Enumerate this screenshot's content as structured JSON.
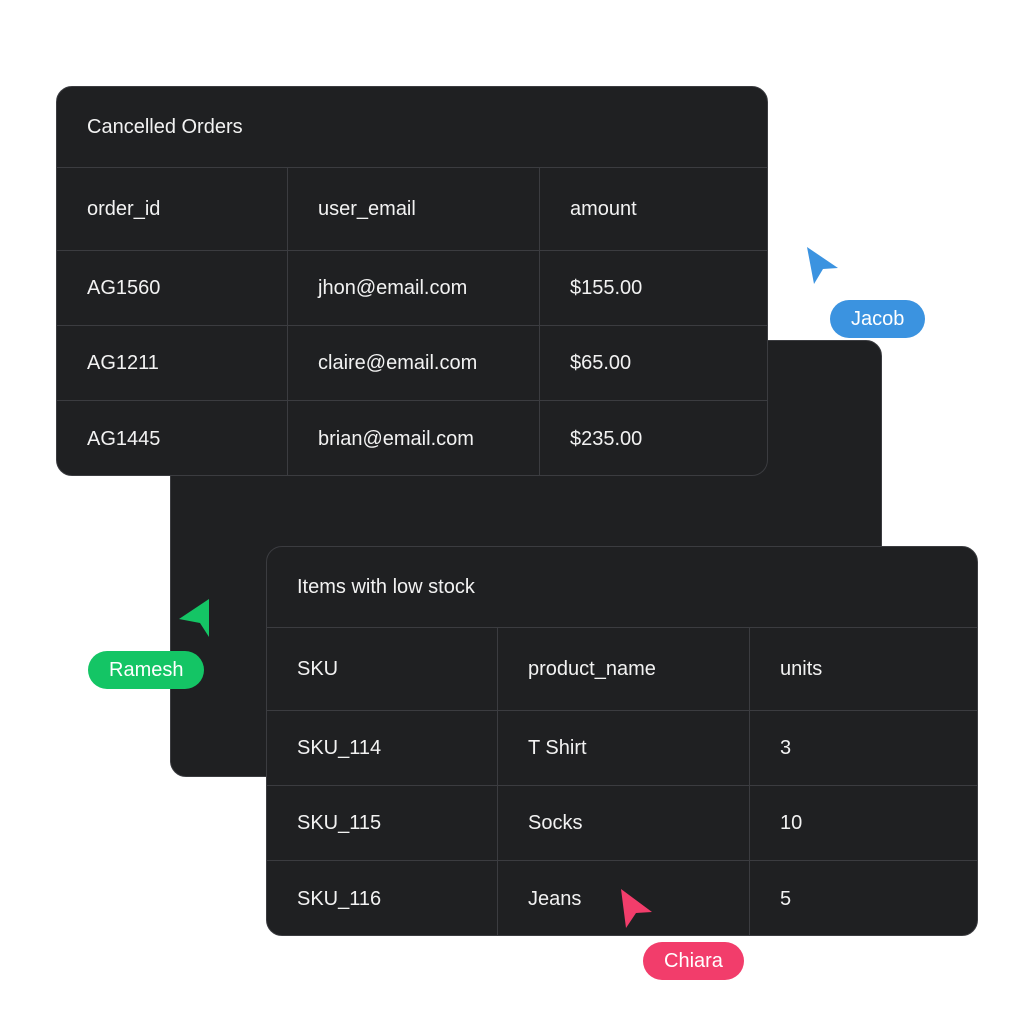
{
  "cancelled_orders": {
    "title": "Cancelled Orders",
    "columns": [
      "order_id",
      "user_email",
      "amount"
    ],
    "rows": [
      [
        "AG1560",
        "jhon@email.com",
        "$155.00"
      ],
      [
        "AG1211",
        "claire@email.com",
        "$65.00"
      ],
      [
        "AG1445",
        "brian@email.com",
        "$235.00"
      ]
    ]
  },
  "low_stock": {
    "title": "Items with low stock",
    "columns": [
      "SKU",
      "product_name",
      "units"
    ],
    "rows": [
      [
        "SKU_114",
        "T Shirt",
        "3"
      ],
      [
        "SKU_115",
        "Socks",
        "10"
      ],
      [
        "SKU_116",
        "Jeans",
        "5"
      ]
    ]
  },
  "collaborators": {
    "jacob": {
      "name": "Jacob",
      "color": "#3b93e0",
      "icon": "cursor-arrow-icon"
    },
    "ramesh": {
      "name": "Ramesh",
      "color": "#14c565",
      "icon": "cursor-arrow-icon"
    },
    "chiara": {
      "name": "Chiara",
      "color": "#f23d6b",
      "icon": "cursor-arrow-icon"
    }
  }
}
